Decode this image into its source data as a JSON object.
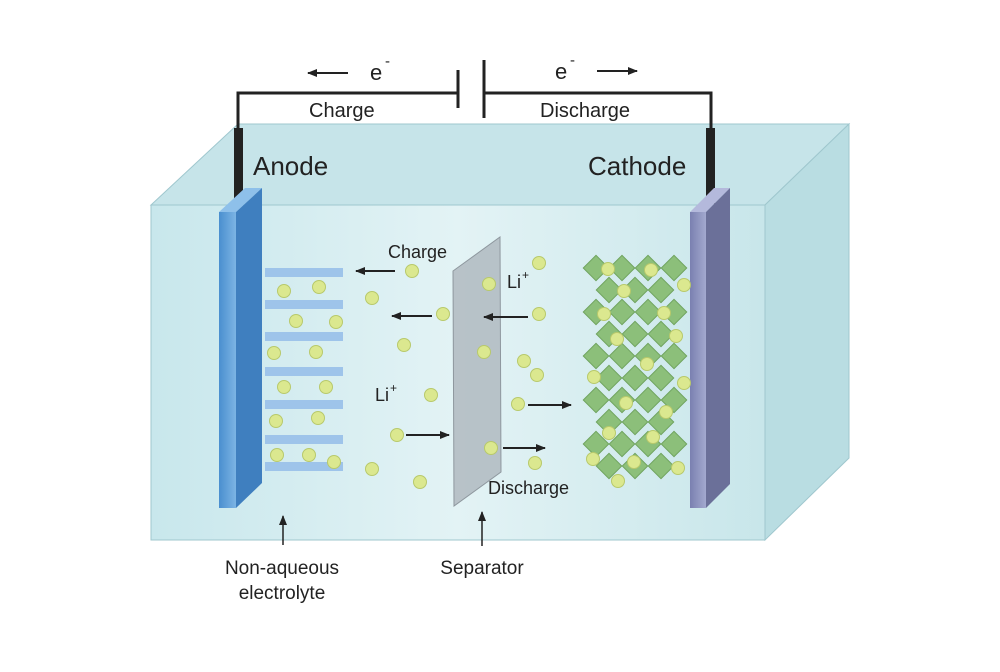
{
  "labels": {
    "electron_left": "e",
    "electron_right": "e",
    "electron_superscript": "-",
    "circuit_charge": "Charge",
    "circuit_discharge": "Discharge",
    "anode": "Anode",
    "cathode": "Cathode",
    "ion_charge": "Charge",
    "ion_discharge": "Discharge",
    "li_ion": "Li",
    "li_superscript": "+",
    "electrolyte_line1": "Non-aqueous",
    "electrolyte_line2": "electrolyte",
    "separator": "Separator"
  },
  "colors": {
    "electrolyte": "#d4ecef",
    "anode_plate": "#5b9bd5",
    "cathode_plate": "#8e93bd",
    "separator": "#b3bcc3",
    "graphite_layer": "#9ec4ea",
    "lithium_ion": "#dbe88f",
    "cathode_crystal": "#8cbf7a",
    "wire": "#222222"
  }
}
